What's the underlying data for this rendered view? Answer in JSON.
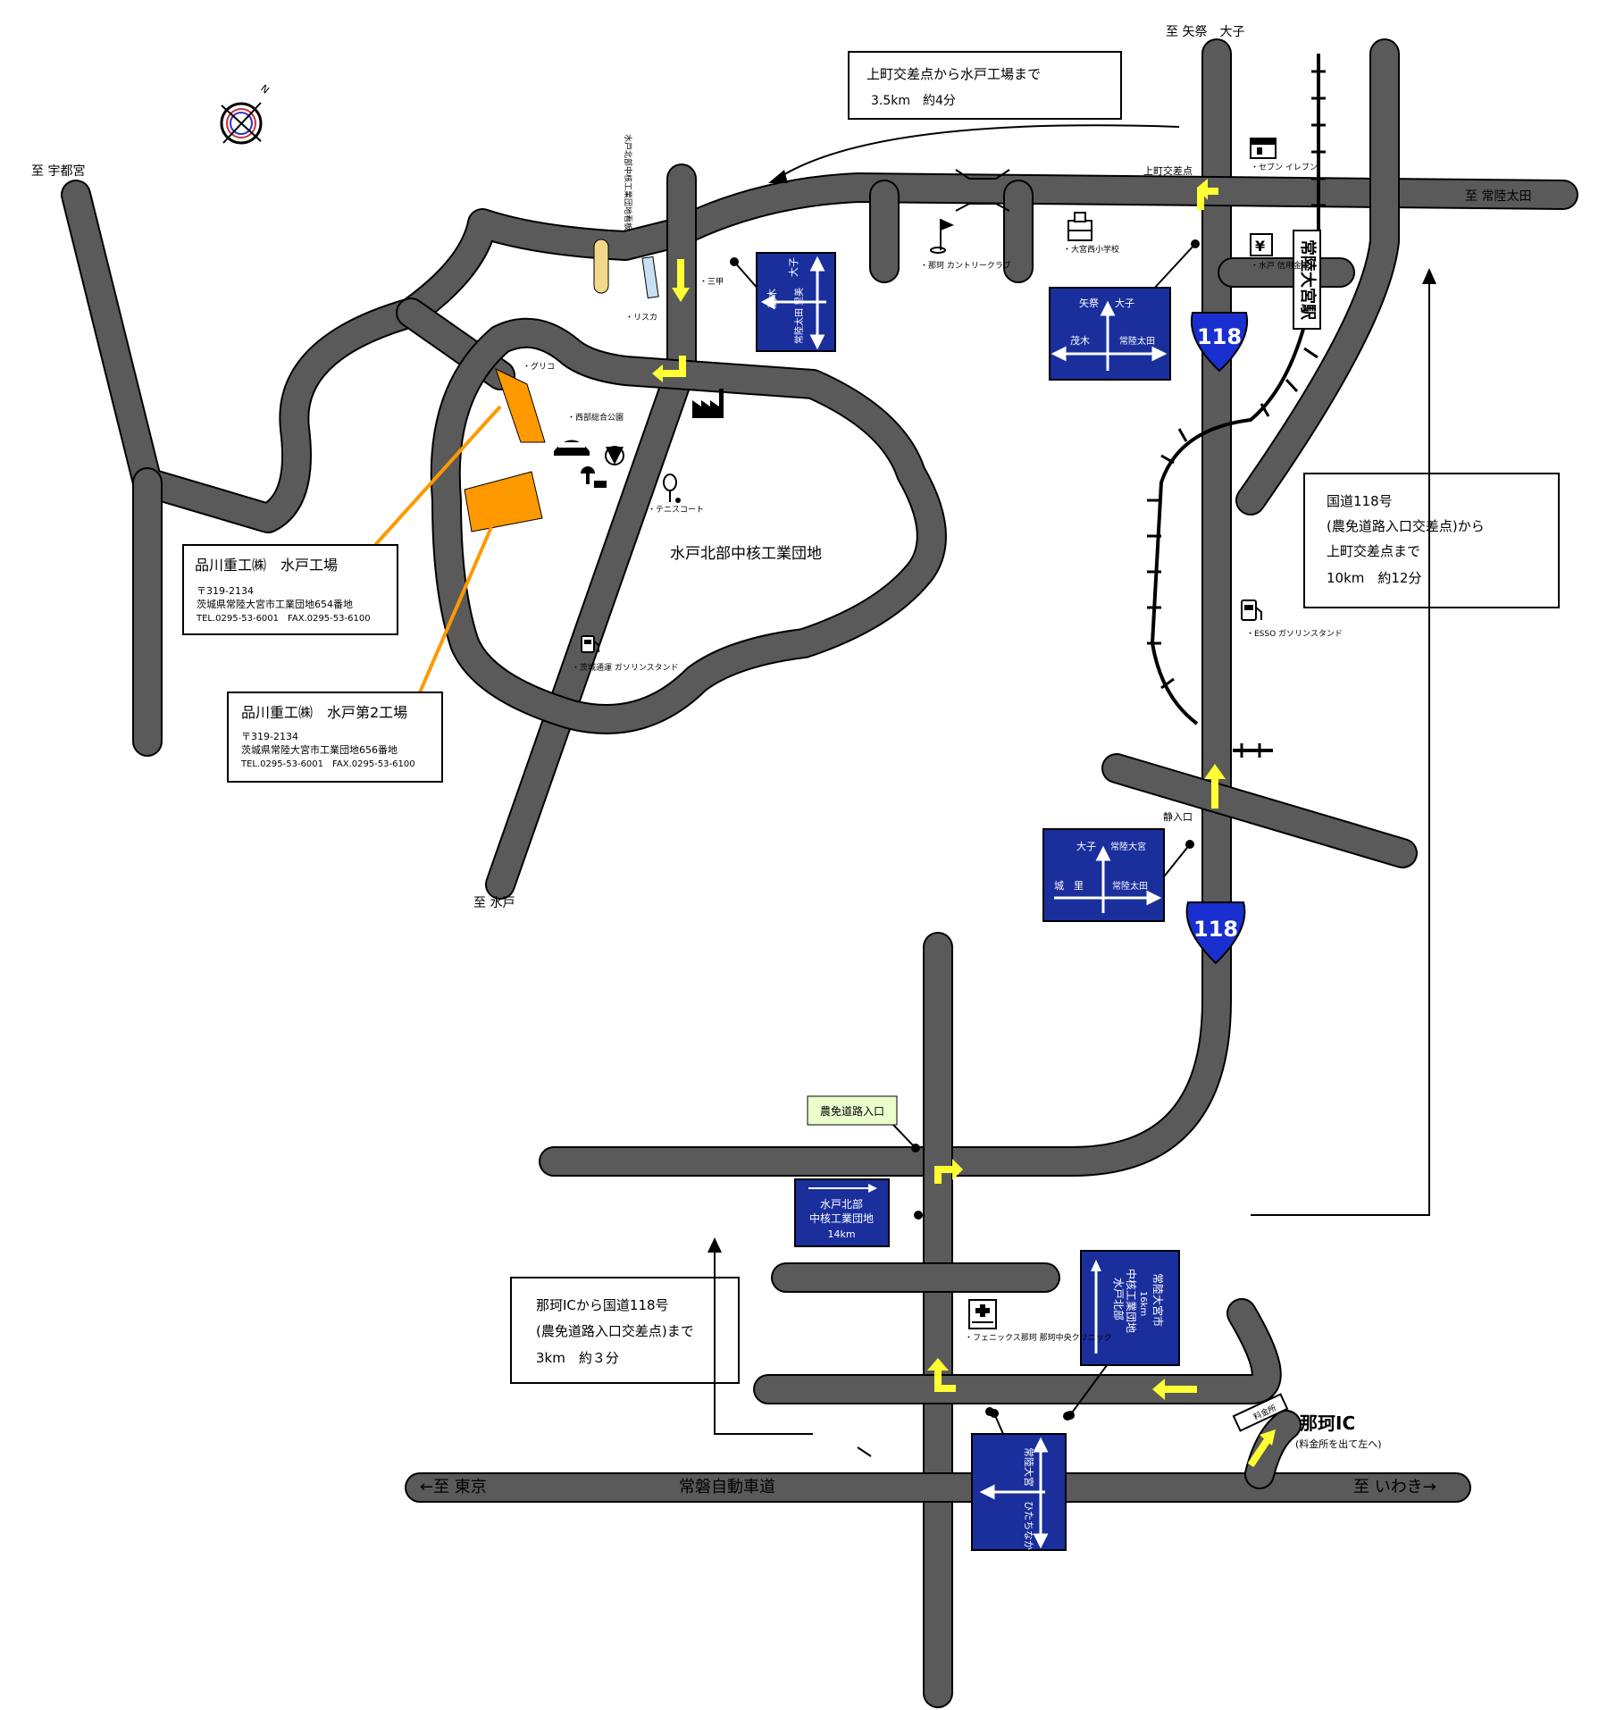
{
  "directions": {
    "to_yagami_daigo": "至 矢祭　大子",
    "to_utsunomiya": "至 宇都宮",
    "to_hitachiota": "至 常陸太田",
    "to_mito": "至 水戸",
    "to_tokyo": "←至 東京",
    "to_iwaki": "至 いわき→",
    "compass_n": "N"
  },
  "roads": {
    "joban_expressway": "常磐自動車道",
    "route_118_a": "118",
    "route_118_b": "118"
  },
  "areas": {
    "industrial_park": "水戸北部中核工業団地",
    "industrial_park_sign_vertical": "水戸北部中核工業団地看板"
  },
  "intersections": {
    "kamimachi": "上町交差点",
    "shizu_iriguchi": "静入口",
    "nomen_dorori": "農免道路入口"
  },
  "landmarks": {
    "seven_eleven": "・セブン\nイレブン",
    "omiya_nishi_school": "・大宮西小学校",
    "mito_shinkin": "・水戸\n信用金庫",
    "omiya_station": "常陸大宮駅",
    "naka_country_club": "・那珂\nカントリークラブ",
    "sanko": "・三甲",
    "risuka": "・リスカ",
    "glico": "・グリコ",
    "seibu_park": "・西部総合公園",
    "tennis": "・テニスコート",
    "ibaraki_gas": "・茨城通運\nガソリンスタンド",
    "esso_gas": "・ESSO\nガソリンスタンド",
    "phoenix_clinic": "・フェニックス那珂\n那珂中央クリニック",
    "naka_ic": "那珂IC",
    "naka_ic_note": "(料金所を出て左へ)",
    "tollgate": "料金所"
  },
  "info_boxes": {
    "box1_line1": "上町交差点から水戸工場まで",
    "box1_line2": "3.5km　約4分",
    "box2_line1": "国道118号",
    "box2_line2": "(農免道路入口交差点)から",
    "box2_line3": "上町交差点まで",
    "box2_line4": "10km　約12分",
    "box3_line1": "那珂ICから国道118号",
    "box3_line2": "(農免道路入口交差点)まで",
    "box3_line3": "3km　約３分"
  },
  "factories": {
    "f1_name": "品川重工㈱　水戸工場",
    "f1_zip": "〒319-2134",
    "f1_addr": "茨城県常陸大宮市工業団地654番地",
    "f1_tel": "TEL.0295-53-6001　FAX.0295-53-6100",
    "f2_name": "品川重工㈱　水戸第2工場",
    "f2_zip": "〒319-2134",
    "f2_addr": "茨城県常陸大宮市工業団地656番地",
    "f2_tel": "TEL.0295-53-6001　FAX.0295-53-6100"
  },
  "signs": {
    "s1_daigo": "大子",
    "s1_motegi": "茂木",
    "s1_satomi": "常陸太田\n里美",
    "s2_yamatsuri": "矢祭",
    "s2_daigo": "大子",
    "s2_motegi": "茂木",
    "s2_hitachiota": "常陸太田",
    "s3_daigo": "大子",
    "s3_omiya": "常陸大宮",
    "s3_shiro": "城　里",
    "s3_hitachiota": "常陸太田",
    "s4_line1": "水戸北部",
    "s4_line2": "中核工業団地",
    "s4_line3": "14km",
    "s5_line1": "水戸北部",
    "s5_line2": "中核工業団地",
    "s5_line3": "16km",
    "s5_line4": "常陸大宮市",
    "s6_omiya": "常陸大宮",
    "s6_hitachinaka": "ひたちなか"
  },
  "colors": {
    "road": "#5a5a5a",
    "sign_blue": "#1a2f9c",
    "route_blue": "#1a2fd0",
    "factory_orange": "#ff9900",
    "arrow_yellow": "#ffff33",
    "nomen_box_bg": "#eaffcc"
  }
}
